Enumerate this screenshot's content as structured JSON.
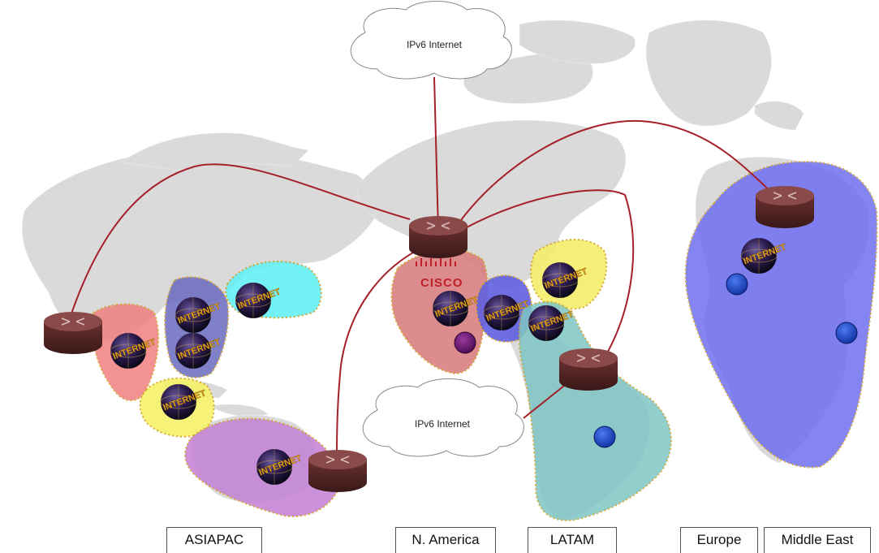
{
  "clouds": {
    "top_label": "IPv6 Internet",
    "bottom_label": "IPv6 Internet"
  },
  "brand": {
    "logo_text": "CISCO"
  },
  "regions": [
    {
      "label": "ASIAPAC"
    },
    {
      "label": "N. America"
    },
    {
      "label": "LATAM"
    },
    {
      "label": "Europe"
    },
    {
      "label": "Middle East"
    }
  ],
  "globe_badge_text": "INTERNET",
  "colors": {
    "link": "#a5202a",
    "router_body": "#5a2a2a",
    "router_top": "#7a3a3a",
    "map_land": "#dadada",
    "asiapac_red": "#f08080",
    "asiapac_blue": "#6a6ac0",
    "asiapac_cyan": "#66f0f4",
    "asiapac_yellow": "#f6f26a",
    "asiapac_purple": "#c686d8",
    "namerica_red": "#d98080",
    "namerica_blue": "#6060e0",
    "latam_yellow": "#f4ee6a",
    "latam_teal": "#7ec6c4",
    "emea_blue": "#6f6ff2",
    "node_blue": "#1e4fd0",
    "node_purple": "#6a1670"
  }
}
